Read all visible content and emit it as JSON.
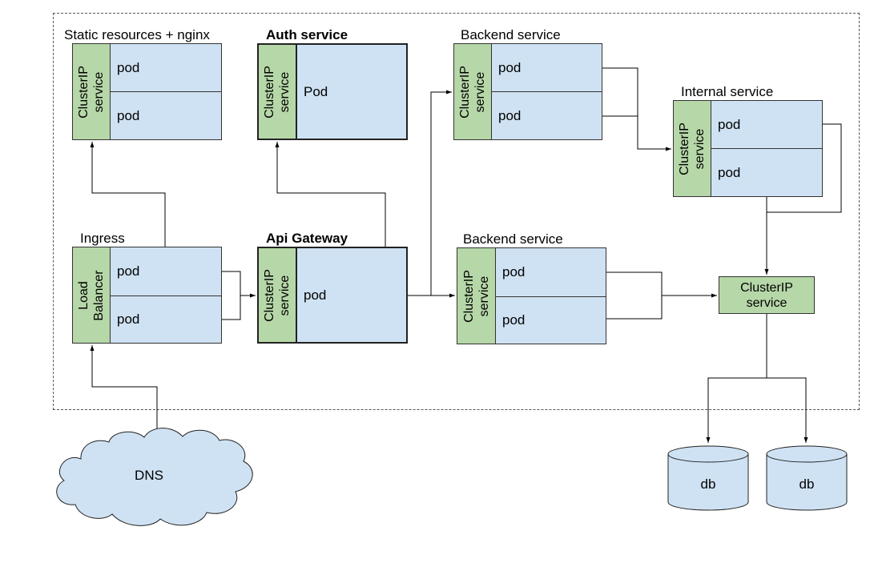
{
  "diagram": {
    "static": {
      "title": "Static resources + nginx",
      "service": [
        "ClusterIP",
        "service"
      ],
      "pods": [
        "pod",
        "pod"
      ]
    },
    "auth": {
      "title": "Auth service",
      "service": [
        "ClusterIP",
        "service"
      ],
      "pods": [
        "Pod"
      ]
    },
    "backend_top": {
      "title": "Backend service",
      "service": [
        "ClusterIP",
        "service"
      ],
      "pods": [
        "pod",
        "pod"
      ]
    },
    "internal": {
      "title": "Internal service",
      "service": [
        "ClusterIP",
        "service"
      ],
      "pods": [
        "pod",
        "pod"
      ]
    },
    "ingress": {
      "title": "Ingress",
      "service": [
        "Load",
        "Balancer"
      ],
      "pods": [
        "pod",
        "pod"
      ]
    },
    "gateway": {
      "title": "Api Gateway",
      "service": [
        "ClusterIP",
        "service"
      ],
      "pods": [
        "pod"
      ]
    },
    "backend_bottom": {
      "title": "Backend service",
      "service": [
        "ClusterIP",
        "service"
      ],
      "pods": [
        "pod",
        "pod"
      ]
    },
    "db_service": {
      "label": [
        "ClusterIP",
        "service"
      ]
    },
    "dns": {
      "label": "DNS"
    },
    "databases": [
      "db",
      "db"
    ]
  },
  "colors": {
    "pod_fill": "#cfe2f3",
    "service_fill": "#b6d7a8",
    "line": "#000000"
  }
}
